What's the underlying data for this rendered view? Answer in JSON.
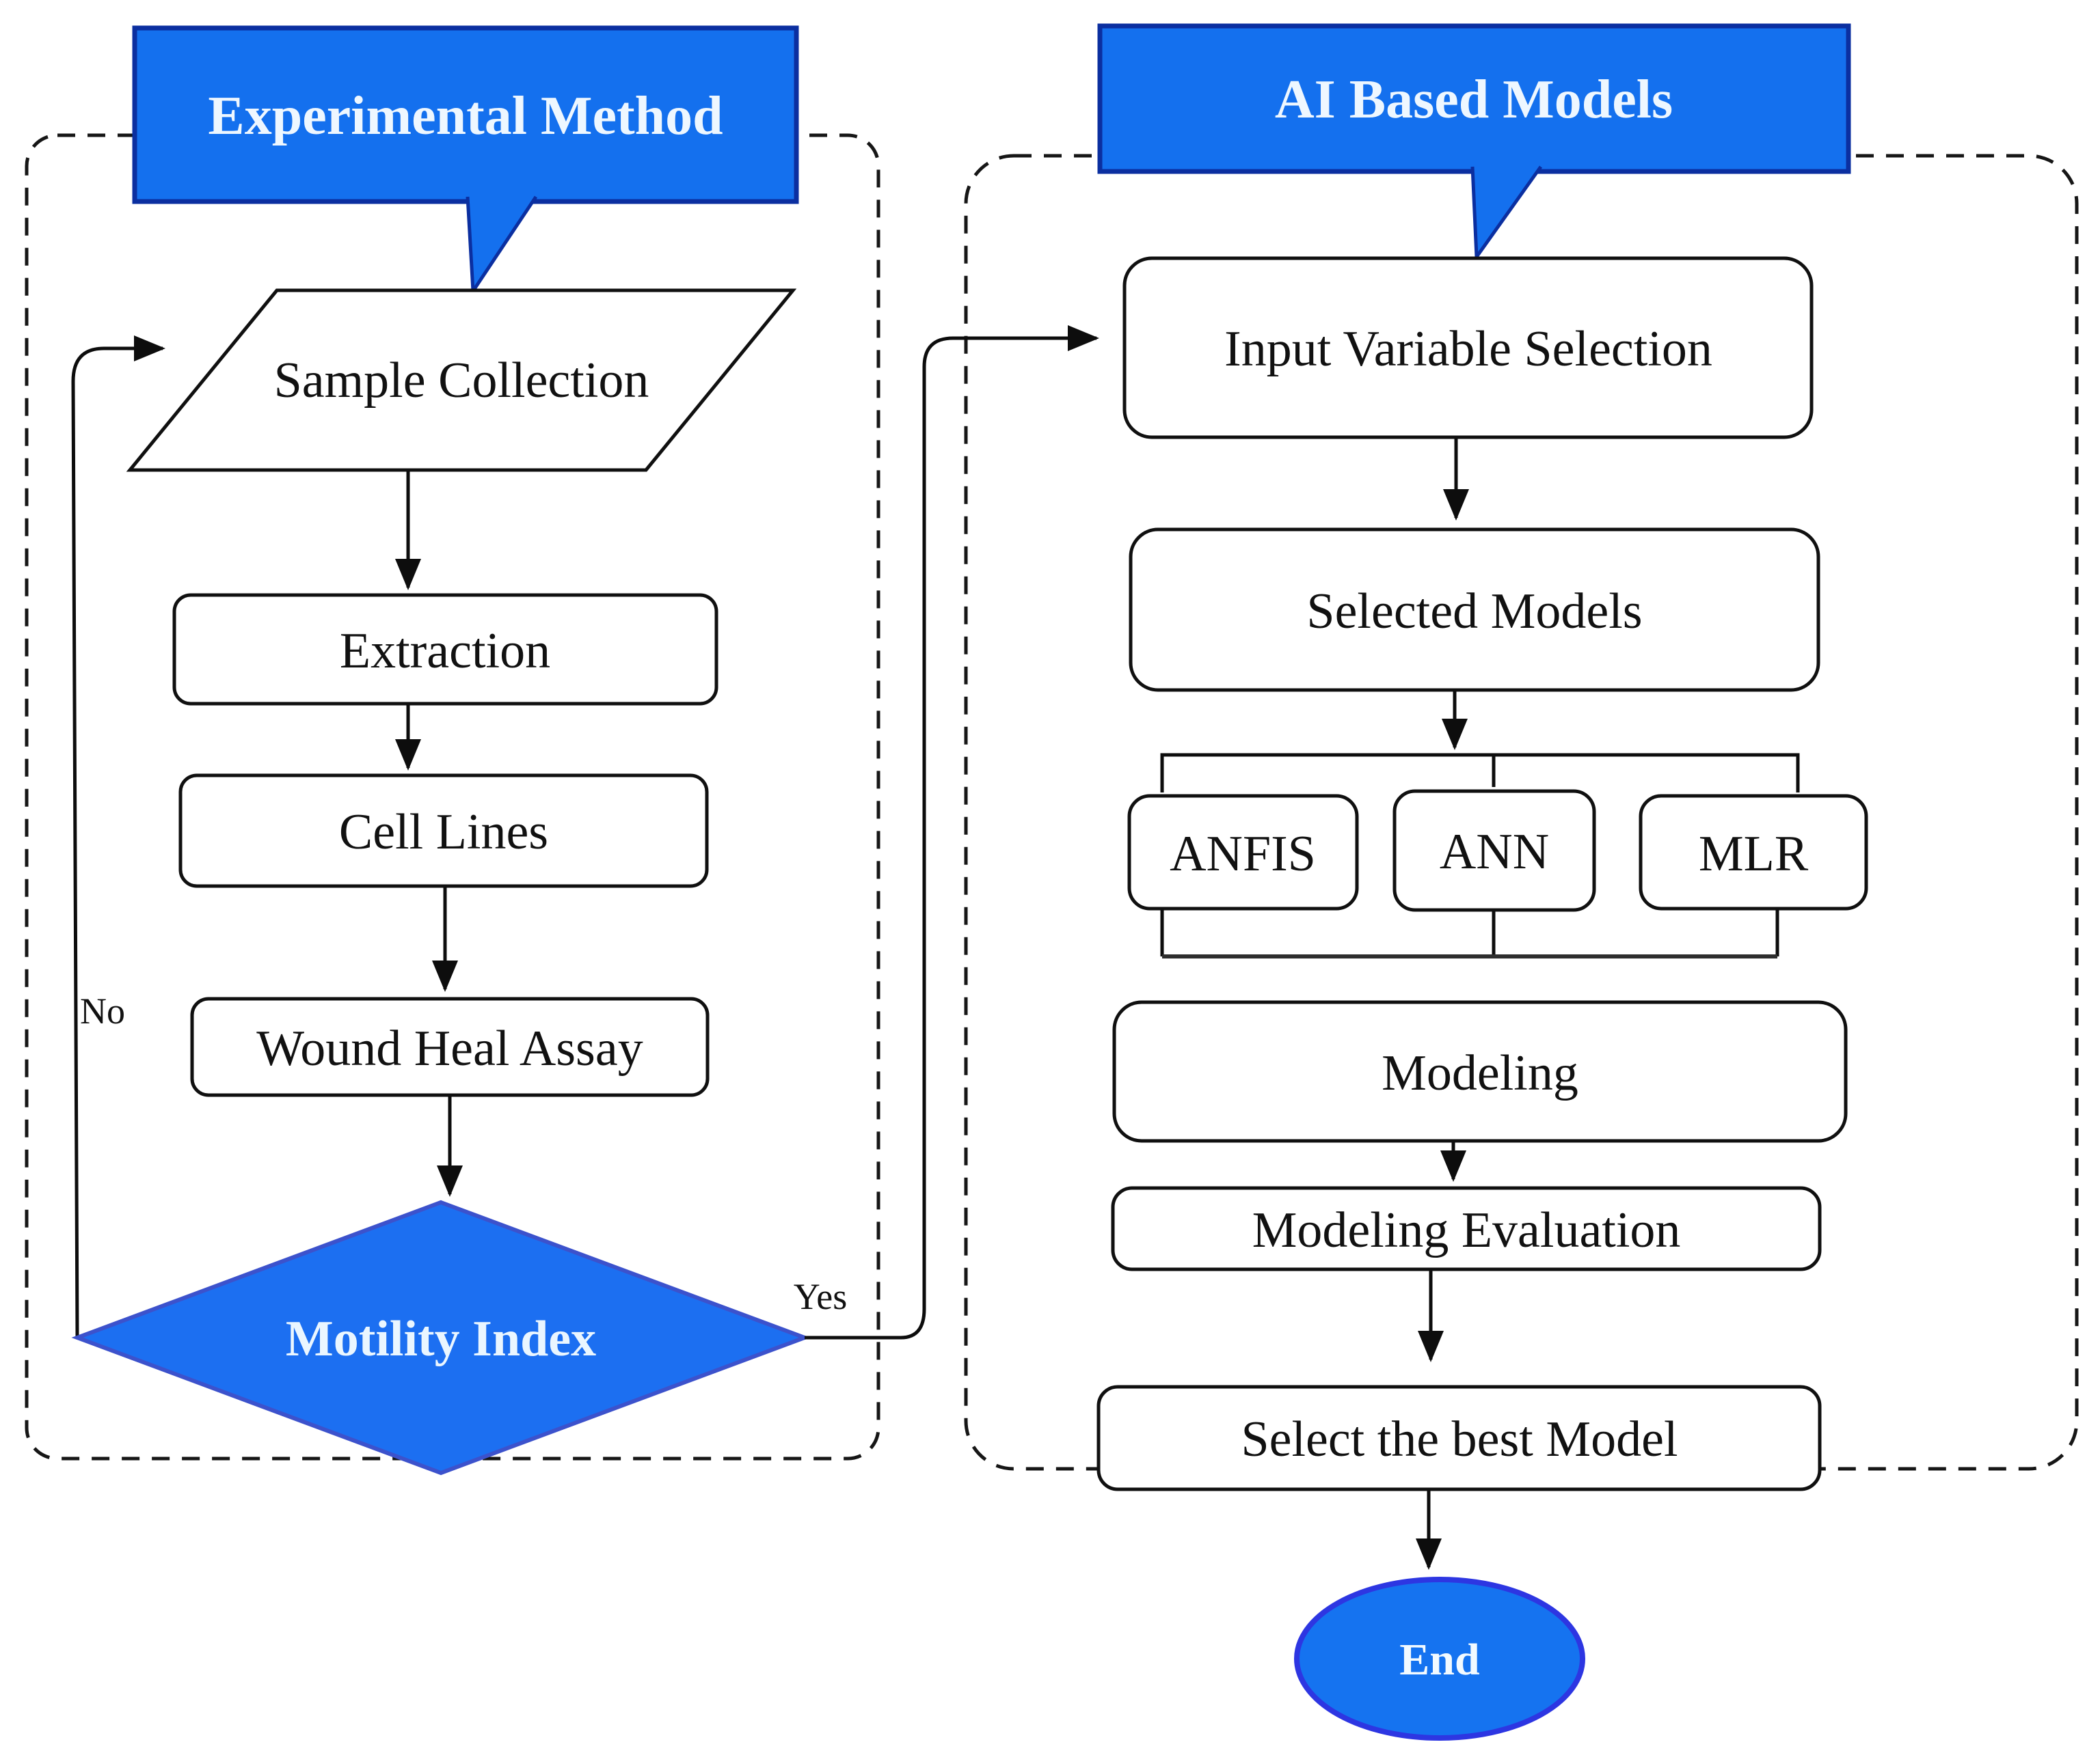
{
  "sections": {
    "experimental": {
      "banner": "Experimental Method",
      "nodes": {
        "sample_collection": "Sample Collection",
        "extraction": "Extraction",
        "cell_lines": "Cell Lines",
        "wound_heal_assay": "Wound Heal Assay",
        "motility_index": "Motility Index"
      },
      "labels": {
        "no": "No",
        "yes": "Yes"
      }
    },
    "ai_models": {
      "banner": "AI Based Models",
      "nodes": {
        "input_variable_selection": "Input Variable Selection",
        "selected_models": "Selected Models",
        "anfis": "ANFIS",
        "ann": "ANN",
        "mlr": "MLR",
        "modeling": "Modeling",
        "modeling_evaluation": "Modeling Evaluation",
        "select_best_model": "Select the best Model",
        "end": "End"
      }
    },
    "colors": {
      "banner_fill": "#1470ee",
      "banner_border": "#0b2fa0",
      "diamond_fill": "#1c6ff1",
      "diamond_border": "#3c52cc",
      "end_fill": "#1573f0",
      "end_border": "#2d36e2",
      "line": "#0d0d0d"
    }
  }
}
